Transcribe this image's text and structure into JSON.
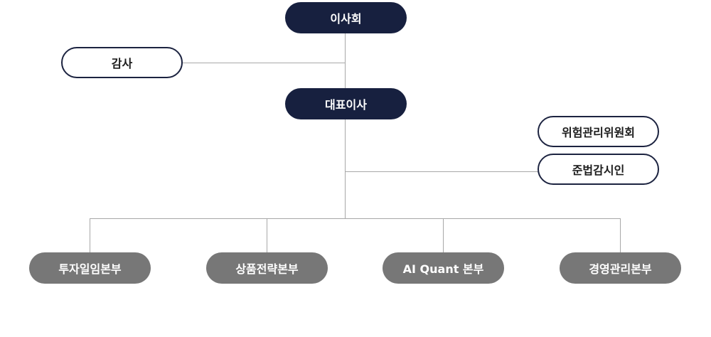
{
  "org_chart": {
    "board": "이사회",
    "auditor": "감사",
    "ceo": "대표이사",
    "committees": [
      "위험관리위원회",
      "준법감시인"
    ],
    "divisions": [
      "투자일임본부",
      "상품전략본부",
      "AI Quant 본부",
      "경영관리본부"
    ]
  },
  "colors": {
    "dark_node": "#17203f",
    "outline_border": "#1c2340",
    "division_node": "#777777",
    "connector": "#a8a8a8"
  }
}
